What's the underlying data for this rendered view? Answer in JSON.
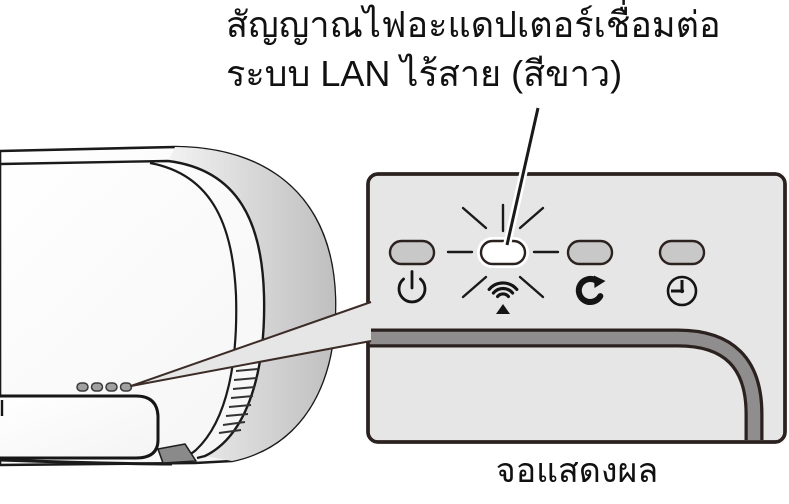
{
  "figure": {
    "top_caption": {
      "line1": "สัญญาณไฟอะแดปเตอร์เชื่อมต่อ",
      "line2": "ระบบ LAN ไร้สาย (สีขาว)"
    },
    "bottom_caption": "จอแสดงผล",
    "panel": {
      "lamps": [
        {
          "name": "power",
          "icon": "power-icon",
          "state": "off"
        },
        {
          "name": "wireless-lan",
          "icon": "wifi-icon",
          "state": "blinking"
        },
        {
          "name": "econo",
          "icon": "econo-c-icon",
          "state": "off"
        },
        {
          "name": "timer",
          "icon": "clock-icon",
          "state": "off"
        }
      ],
      "display_dot_count": 4
    },
    "colors": {
      "panel_fill": "#e7e6e7",
      "lamp_off_fill": "#c9c8c9",
      "lamp_on_fill": "#ffffff",
      "outline": "#2b2220",
      "stripe": "#908d8e",
      "text": "#111111"
    }
  }
}
